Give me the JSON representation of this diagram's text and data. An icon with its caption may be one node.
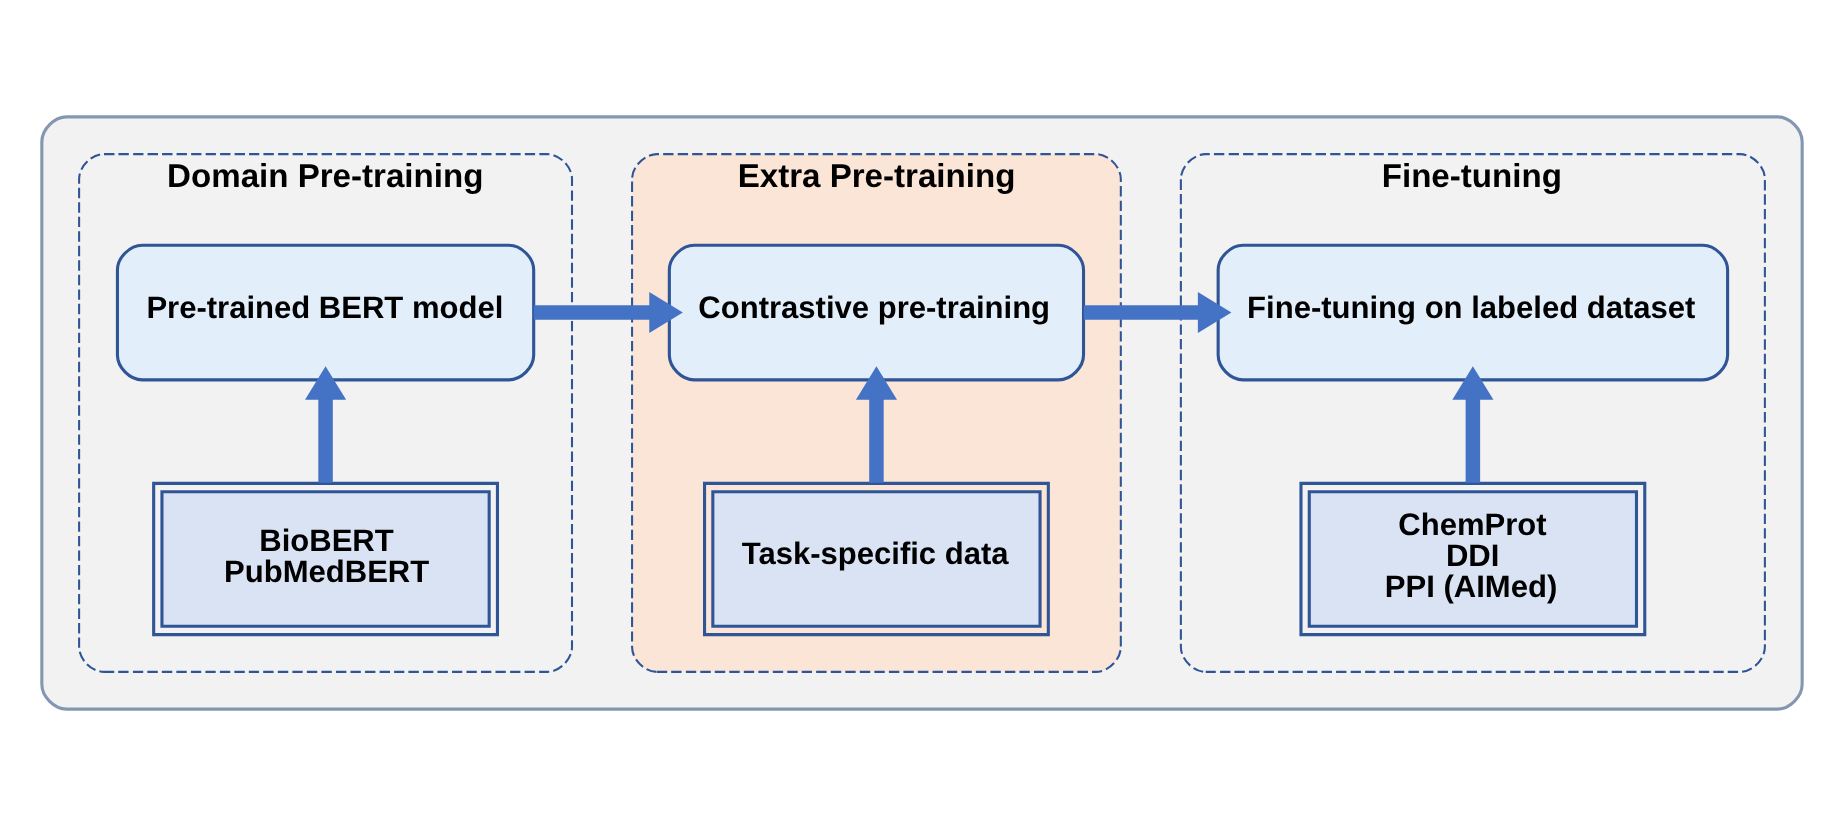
{
  "diagram": {
    "nodes": [
      {
        "text": [],
        "shape": "box"
      },
      {
        "text": [
          "Domain Pre-training"
        ],
        "in": 0
      },
      {
        "text": [
          "Pre-trained BERT model"
        ],
        "in": 1
      },
      {
        "text": [
          "BioBERT",
          "PubMedBERT"
        ],
        "in": 1
      },
      {
        "text": [
          "Extra Pre-training"
        ],
        "in": 0
      },
      {
        "text": [
          "Contrastive pre-training"
        ],
        "in": 4
      },
      {
        "text": [
          "Task-specific data"
        ],
        "in": 4
      },
      {
        "text": [
          "Fine-tuning"
        ],
        "in": 0
      },
      {
        "text": [
          "Fine-tuning on labeled dataset"
        ],
        "in": 7
      },
      {
        "text": [
          "ChemProt",
          "DDI",
          "PPI (AIMed)"
        ],
        "in": 7
      }
    ],
    "edges": [
      {
        "from": 3,
        "to": 2,
        "arrow": "to"
      },
      {
        "from": 2,
        "to": 5,
        "arrow": "to"
      },
      {
        "from": 6,
        "to": 5,
        "arrow": "to"
      },
      {
        "from": 5,
        "to": 8,
        "arrow": "to"
      },
      {
        "from": 9,
        "to": 8,
        "arrow": "to"
      }
    ]
  }
}
